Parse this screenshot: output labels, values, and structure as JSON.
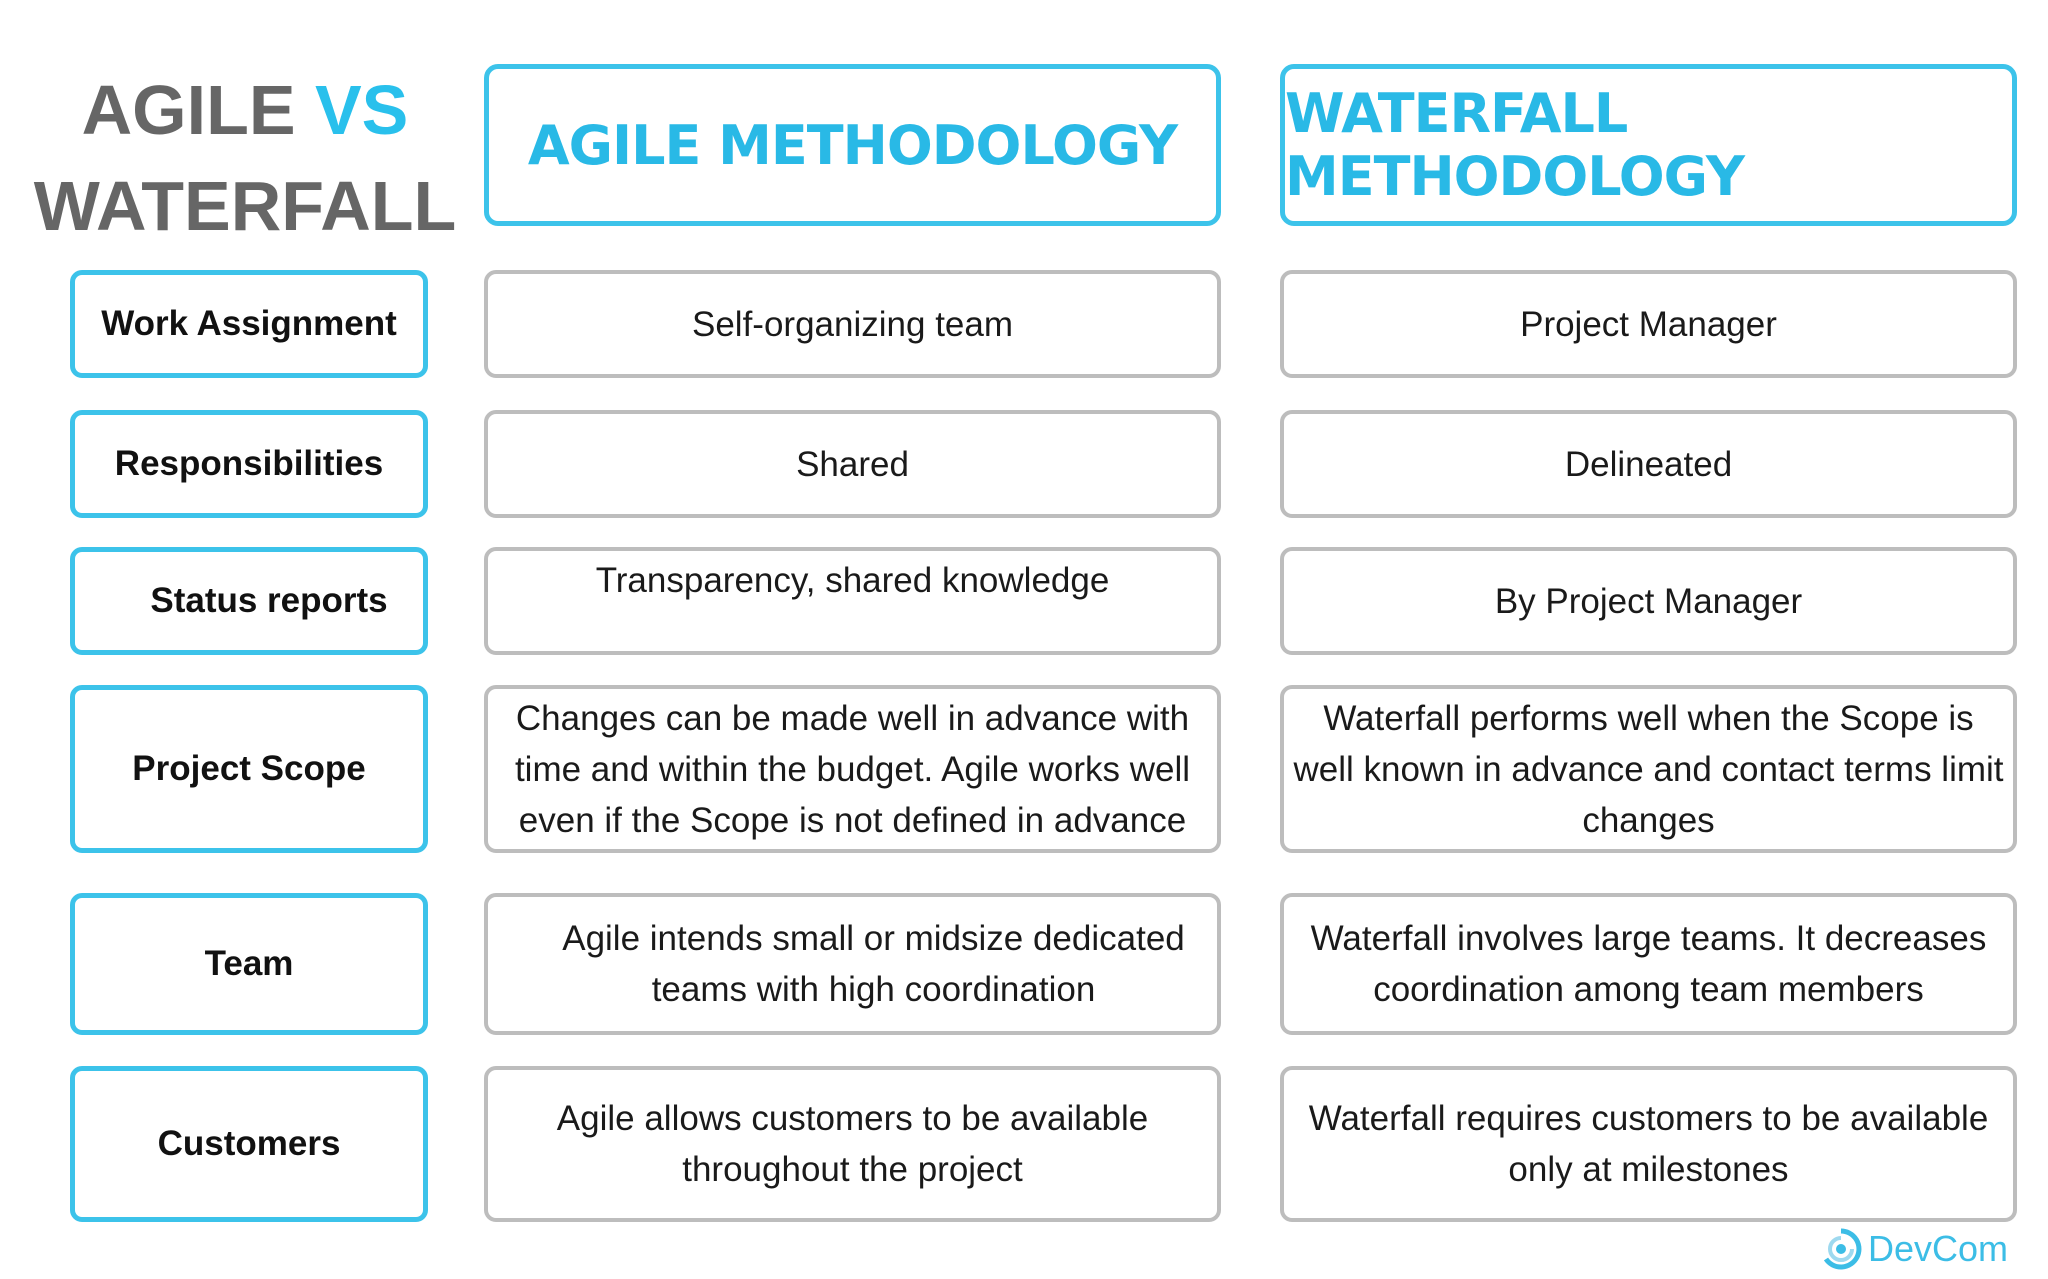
{
  "title": {
    "part1": "AGILE",
    "part2": "VS",
    "part3": "WATERFALL"
  },
  "headers": {
    "agile": "AGILE METHODOLOGY",
    "waterfall": "WATERFALL METHODOLOGY"
  },
  "rows": [
    {
      "label": "Work Assignment",
      "agile": "Self-organizing team",
      "waterfall": "Project Manager"
    },
    {
      "label": "Responsibilities",
      "agile": "Shared",
      "waterfall": "Delineated"
    },
    {
      "label": "Status reports",
      "agile": "Transparency, shared knowledge",
      "waterfall": "By Project Manager"
    },
    {
      "label": "Project Scope",
      "agile": "Changes can be made well in advance with time and within the budget. Agile works well even if the Scope is not defined in advance",
      "waterfall": "Waterfall performs well when the Scope is well known in advance and contact terms limit changes"
    },
    {
      "label": "Team",
      "agile": "Agile intends small or midsize dedicated teams with high coordination",
      "waterfall": "Waterfall involves large teams. It decreases coordination among team members"
    },
    {
      "label": "Customers",
      "agile": "Agile allows customers to be available throughout the project",
      "waterfall": "Waterfall requires customers to be available only at milestones"
    }
  ],
  "brand": {
    "name": "DevCom",
    "accent": "#29c0ec"
  }
}
